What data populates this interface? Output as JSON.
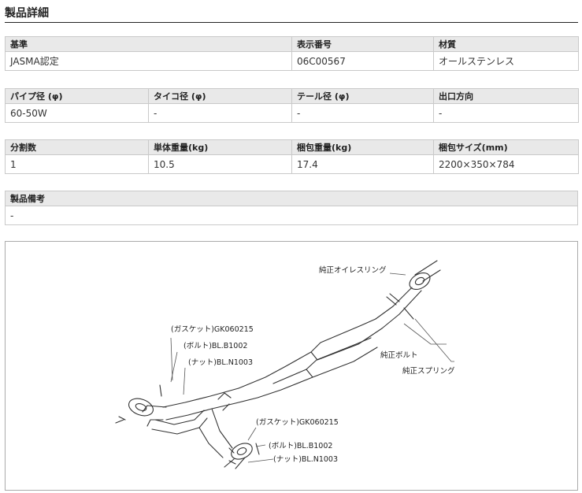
{
  "page": {
    "title": "製品詳細"
  },
  "table1": {
    "headers": [
      "基準",
      "表示番号",
      "材質"
    ],
    "values": [
      "JASMA認定",
      "06C00567",
      "オールステンレス"
    ]
  },
  "table2": {
    "headers": [
      "パイプ径 (φ)",
      "タイコ径 (φ)",
      "テール径 (φ)",
      "出口方向"
    ],
    "values": [
      "60-50W",
      "-",
      "-",
      "-"
    ]
  },
  "table3": {
    "headers": [
      "分割数",
      "単体重量(kg)",
      "梱包重量(kg)",
      "梱包サイズ(mm)"
    ],
    "values": [
      "1",
      "10.5",
      "17.4",
      "2200×350×784"
    ]
  },
  "table4": {
    "headers": [
      "製品備考"
    ],
    "values": [
      "-"
    ]
  },
  "diagram": {
    "labels": {
      "oil_ring": "純正オイレスリング",
      "bolt_stock": "純正ボルト",
      "spring_stock": "純正スプリング",
      "gasket_left": "(ガスケット)GK060215",
      "bolt_left": "(ボルト)BL.B1002",
      "nut_left": "(ナット)BL.N1003",
      "gasket_right": "(ガスケット)GK060215",
      "bolt_right": "(ボルト)BL.B1002",
      "nut_right": "(ナット)BL.N1003"
    }
  }
}
